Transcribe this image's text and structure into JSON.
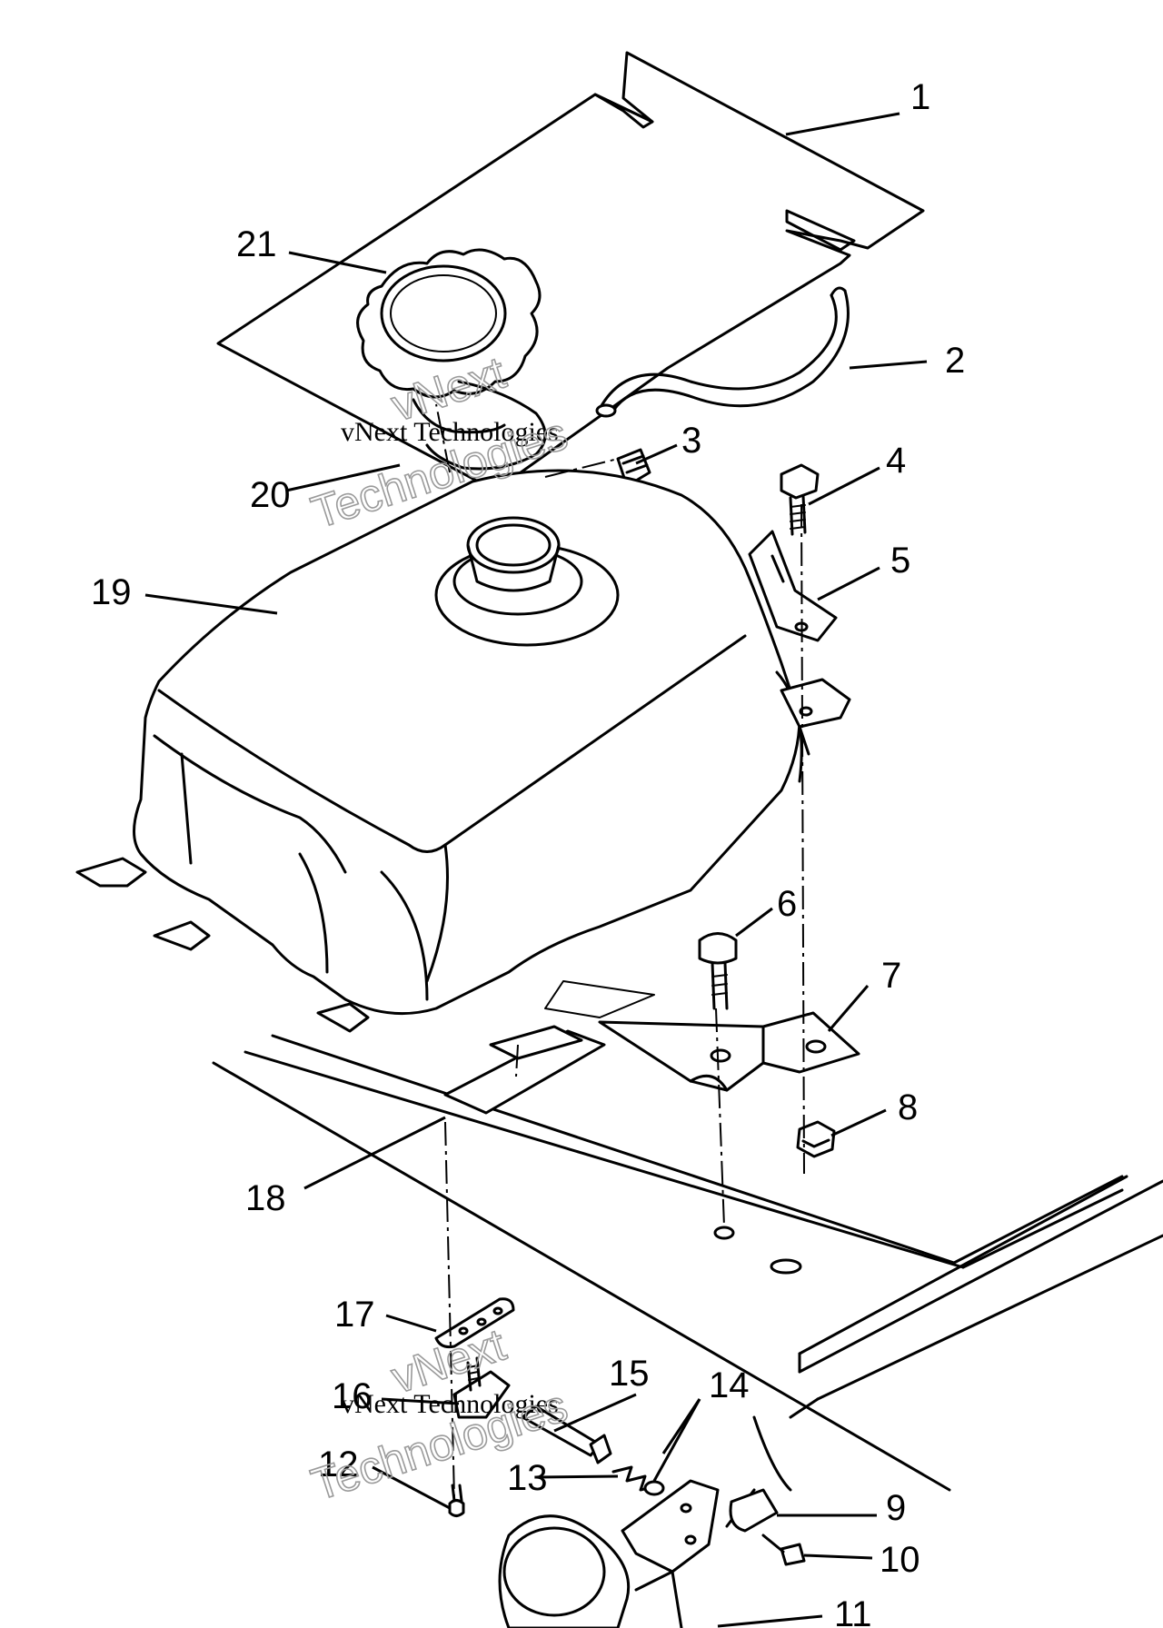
{
  "callouts": [
    {
      "id": "1",
      "label": "1"
    },
    {
      "id": "2",
      "label": "2"
    },
    {
      "id": "3",
      "label": "3"
    },
    {
      "id": "4",
      "label": "4"
    },
    {
      "id": "5",
      "label": "5"
    },
    {
      "id": "6",
      "label": "6"
    },
    {
      "id": "7",
      "label": "7"
    },
    {
      "id": "8",
      "label": "8"
    },
    {
      "id": "9",
      "label": "9"
    },
    {
      "id": "10",
      "label": "10"
    },
    {
      "id": "11",
      "label": "11"
    },
    {
      "id": "12",
      "label": "12"
    },
    {
      "id": "13",
      "label": "13"
    },
    {
      "id": "14",
      "label": "14"
    },
    {
      "id": "15",
      "label": "15"
    },
    {
      "id": "16",
      "label": "16"
    },
    {
      "id": "17",
      "label": "17"
    },
    {
      "id": "18",
      "label": "18"
    },
    {
      "id": "19",
      "label": "19"
    },
    {
      "id": "20",
      "label": "20"
    },
    {
      "id": "21",
      "label": "21"
    }
  ],
  "watermarks": [
    {
      "line1": "vNext Technologies",
      "line2": "vNext",
      "line3": "Technologies"
    },
    {
      "line1": "vNext Technologies",
      "line2": "vNext",
      "line3": "Technologies"
    }
  ]
}
